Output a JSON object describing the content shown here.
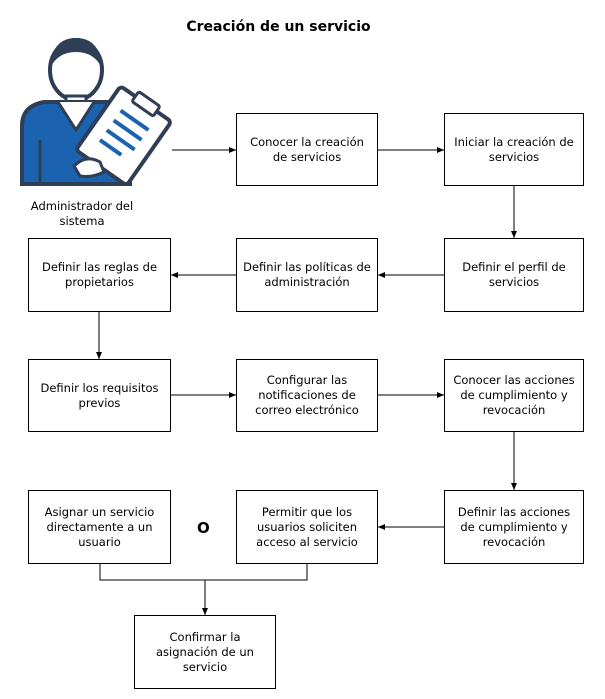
{
  "diagram": {
    "title": "Creación de un servicio",
    "actor": {
      "label": "Administrador del sistema",
      "icon": "administrator-clipboard-icon"
    },
    "or_label": "O",
    "steps": [
      "Conocer la creación de servicios",
      "Iniciar la creación de servicios",
      "Definir el perfil de servicios",
      "Definir las políticas de administración",
      "Definir las reglas de propietarios",
      "Definir los requisitos previos",
      "Configurar las notificaciones de correo electrónico",
      "Conocer las acciones de cumplimiento y revocación",
      "Definir las acciones de cumplimiento y revocación",
      "Permitir que los usuarios soliciten acceso al servicio",
      "Asignar un servicio directamente a un usuario",
      "Confirmar la asignación de un servicio"
    ],
    "colors": {
      "actor_blue": "#1b63b0",
      "actor_dark": "#2d3e55",
      "line": "#000000"
    }
  }
}
